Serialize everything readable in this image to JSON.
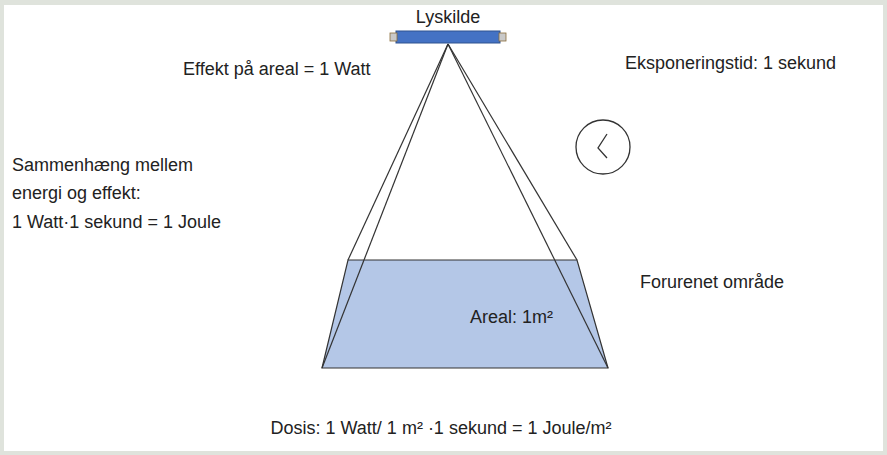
{
  "diagram": {
    "nodes": [
      {
        "text": [
          "Lyskilde"
        ]
      },
      {
        "text": [
          "Areal: 1m²"
        ]
      }
    ],
    "labels": [
      "Effekt på areal = 1 Watt",
      "Eksponeringstid: 1 sekund",
      "Sammenhæng mellem energi og effekt:",
      "1 Watt·1 sekund = 1 Joule",
      "Forurenet område",
      "Dosis: 1 Watt/ 1 m² ·1 sekund = 1 Joule/m²"
    ]
  }
}
